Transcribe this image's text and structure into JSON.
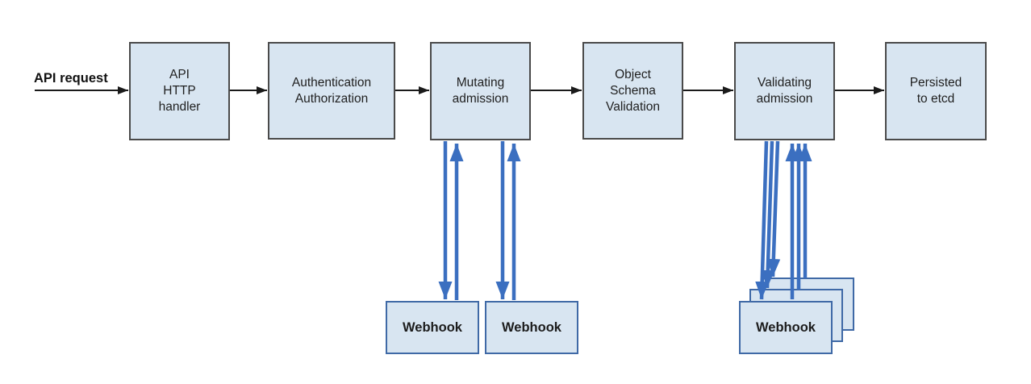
{
  "colors": {
    "node_fill": "#d8e5f1",
    "node_border": "#4a4a4a",
    "webhook_border": "#3f69a6",
    "arrow_blue": "#3b6fc0",
    "arrow_black": "#1a1a1a",
    "text": "#1f1f1f"
  },
  "flow_label": {
    "api_request": "API request"
  },
  "nodes": [
    {
      "id": "api-http-handler",
      "label": "API\nHTTP\nhandler"
    },
    {
      "id": "authentication-authorization",
      "label": "Authentication\nAuthorization"
    },
    {
      "id": "mutating-admission",
      "label": "Mutating\nadmission"
    },
    {
      "id": "object-schema-validation",
      "label": "Object\nSchema\nValidation"
    },
    {
      "id": "validating-admission",
      "label": "Validating\nadmission"
    },
    {
      "id": "persisted-to-etcd",
      "label": "Persisted\nto etcd"
    }
  ],
  "webhooks": {
    "mutating": [
      "Webhook",
      "Webhook"
    ],
    "validating": [
      "Webhook",
      "Webhook",
      "Webhook"
    ]
  }
}
